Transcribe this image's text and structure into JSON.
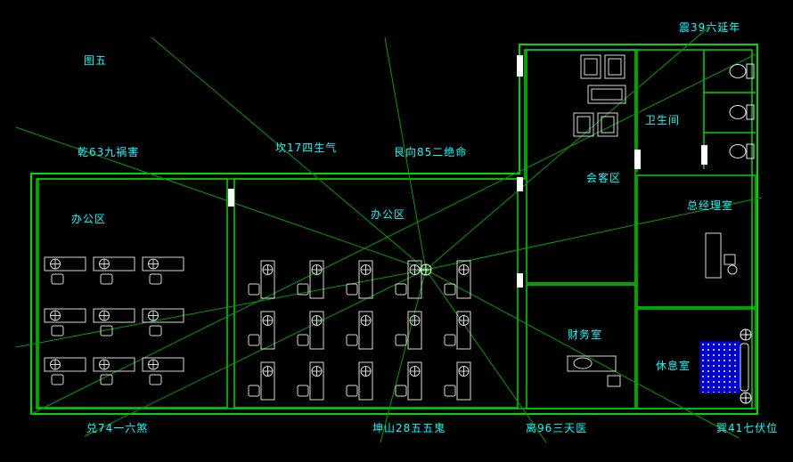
{
  "figure": {
    "title": "图五"
  },
  "bagua_labels": {
    "qian": "乾63九祸害",
    "kan": "坎17四生气",
    "gen": "艮向85二绝命",
    "zhen": "震39六延年",
    "dui": "兑74一六煞",
    "kun": "坤山28五五鬼",
    "li": "离96三天医",
    "xun": "巽41七伏位"
  },
  "rooms": {
    "office_left": "办公区",
    "office_middle": "办公区",
    "meeting": "会客区",
    "restroom": "卫生间",
    "gm_office": "总经理室",
    "finance": "财务室",
    "lounge": "休息室"
  },
  "colors": {
    "background": "#000000",
    "wall_green": "#00d800",
    "line_green": "#00a000",
    "text": "#00ffff",
    "furniture_white": "#d8d8d8",
    "lounge_blue": "#0000cc"
  }
}
